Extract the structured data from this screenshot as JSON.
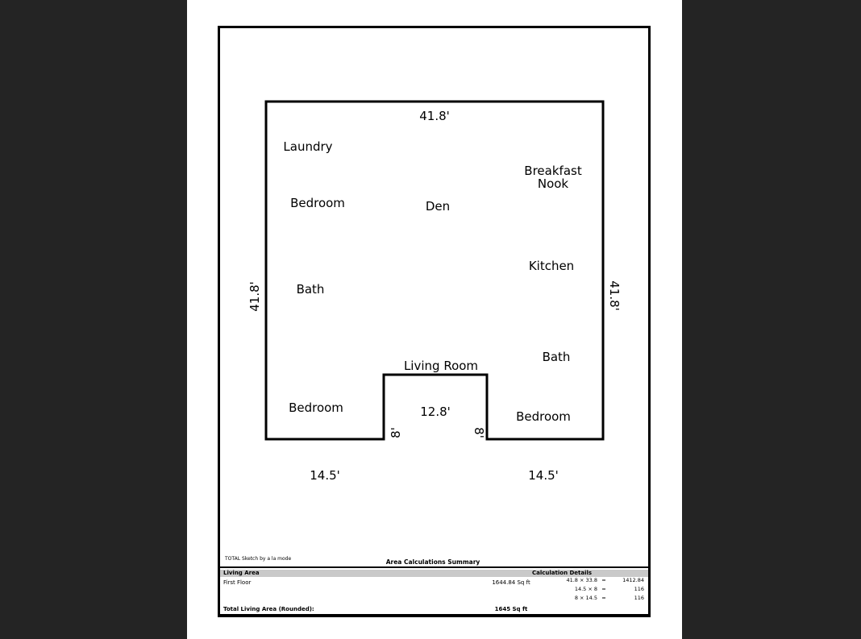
{
  "colors": {
    "background": "#242424",
    "paper": "#ffffff",
    "line": "#000000",
    "table_header_bg": "#c9c9c9"
  },
  "floorplan": {
    "dimensions": {
      "top": "41.8'",
      "left": "41.8'",
      "right": "41.8'",
      "bottom_left": "14.5'",
      "bottom_right": "14.5'",
      "notch_width": "12.8'",
      "notch_left": "8'",
      "notch_right": "8'"
    },
    "rooms": {
      "laundry": "Laundry",
      "bedroom_top": "Bedroom",
      "den": "Den",
      "breakfast_nook": "Breakfast\nNook",
      "kitchen": "Kitchen",
      "bath_left": "Bath",
      "bath_right": "Bath",
      "living_room": "Living Room",
      "bedroom_bottom_left": "Bedroom",
      "bedroom_bottom_right": "Bedroom"
    }
  },
  "footer": {
    "branding": "TOTAL Sketch by a la mode",
    "summary_title": "Area Calculations Summary"
  },
  "calc_table": {
    "header_left": "Living Area",
    "header_right": "Calculation Details",
    "first_floor": {
      "name": "First Floor",
      "area": "1644.84 Sq ft"
    },
    "equals": "=",
    "details": [
      {
        "expr": "41.8 × 33.8",
        "value": "1412.84"
      },
      {
        "expr": "14.5 × 8",
        "value": "116"
      },
      {
        "expr": "8 × 14.5",
        "value": "116"
      }
    ],
    "total": {
      "label": "Total Living Area (Rounded):",
      "value": "1645 Sq ft"
    }
  }
}
